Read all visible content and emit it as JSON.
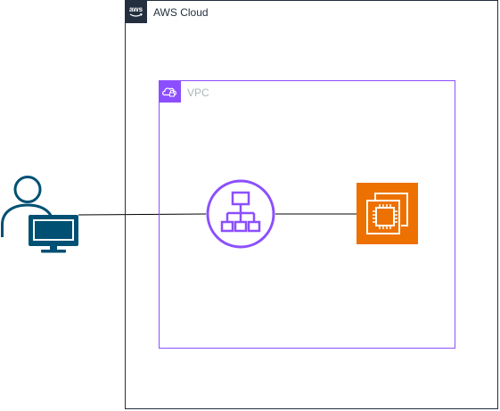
{
  "diagram": {
    "aws_cloud": {
      "label": "AWS Cloud",
      "icon": "aws-logo-icon",
      "border_color": "#232f3e"
    },
    "vpc": {
      "label": "VPC",
      "icon": "vpc-cloud-lock-icon",
      "color": "#8c4fff"
    },
    "nodes": [
      {
        "id": "user",
        "icon": "user-workstation-icon",
        "color": "#005073"
      },
      {
        "id": "load-balancer",
        "icon": "load-balancer-icon",
        "color": "#8c4fff"
      },
      {
        "id": "ec2",
        "icon": "ec2-instance-icon",
        "color": "#ed7100"
      }
    ],
    "edges": [
      {
        "from": "user",
        "to": "load-balancer"
      },
      {
        "from": "load-balancer",
        "to": "ec2"
      }
    ]
  }
}
